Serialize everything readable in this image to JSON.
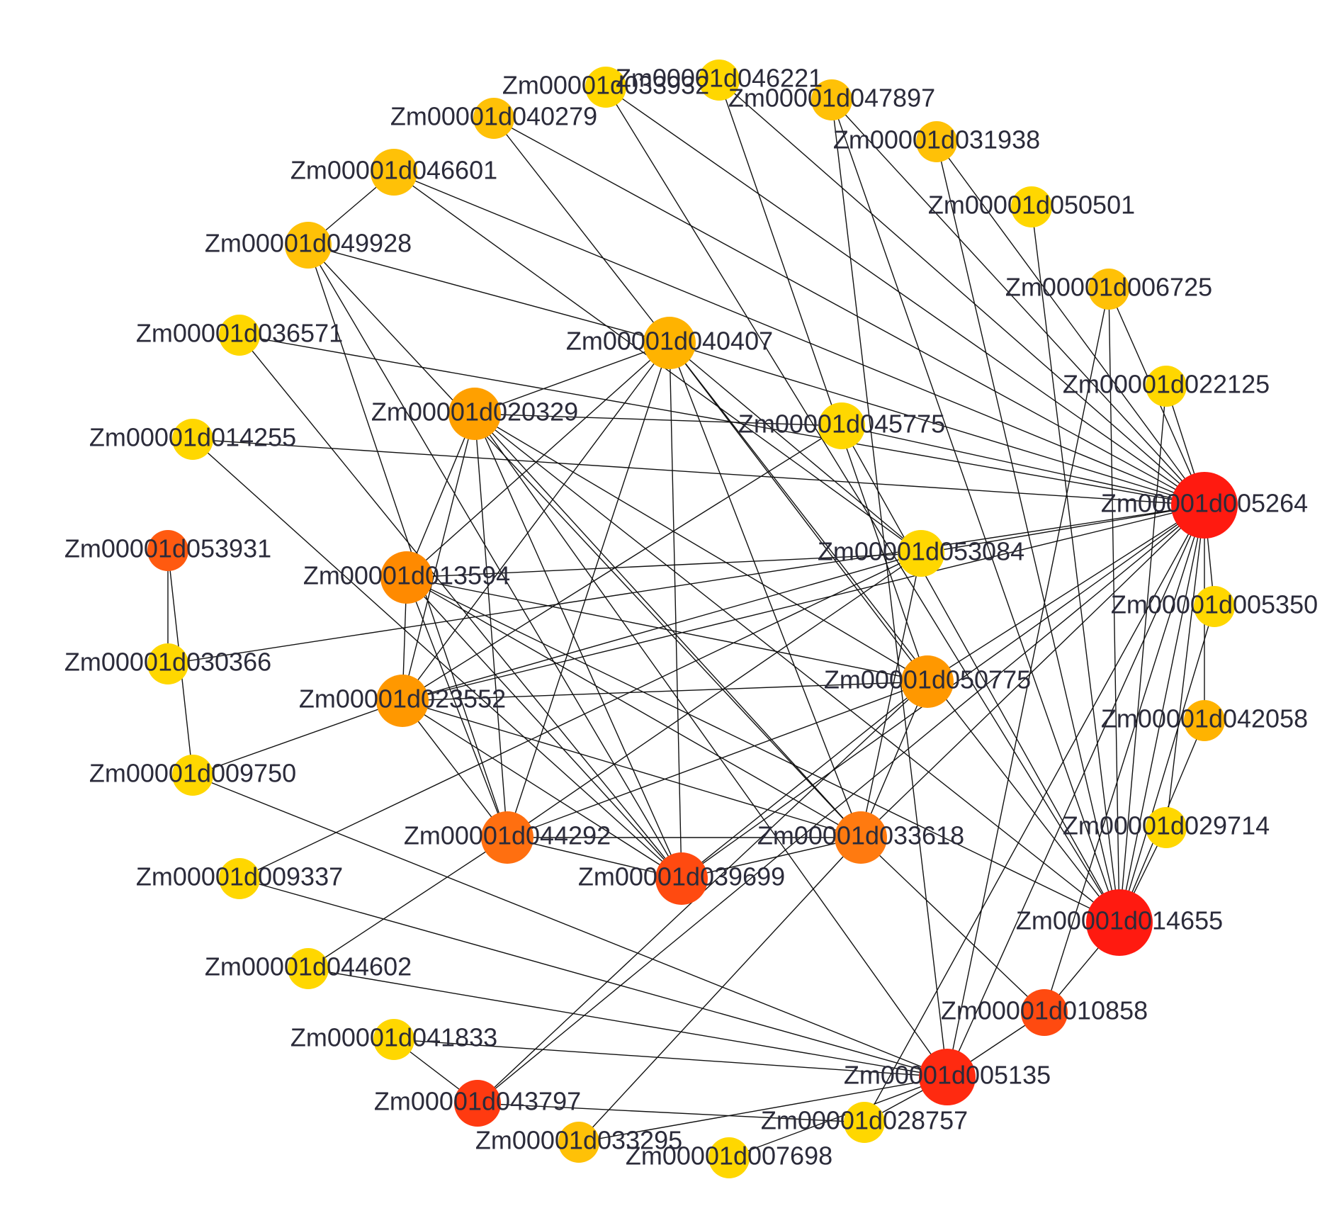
{
  "colors": {
    "background": "#ffffff",
    "edge": "#111111",
    "label": "#2b2b3a",
    "yellow": "#FFD700",
    "amber": "#FFC107",
    "orange_light": "#FFB300",
    "orange": "#FF9800",
    "orange_red": "#FF6F10",
    "red_orange": "#FF4A10",
    "red": "#FF1A10"
  },
  "nodes": [
    {
      "id": "Zm00001d046221",
      "label": "Zm00001d046221",
      "color": "#FFD700",
      "degree": 2
    },
    {
      "id": "Zm00001d033932",
      "label": "Zm00001d033932",
      "color": "#FFD700",
      "degree": 2
    },
    {
      "id": "Zm00001d047897",
      "label": "Zm00001d047897",
      "color": "#FFC107",
      "degree": 3
    },
    {
      "id": "Zm00001d040279",
      "label": "Zm00001d040279",
      "color": "#FFC107",
      "degree": 3
    },
    {
      "id": "Zm00001d031938",
      "label": "Zm00001d031938",
      "color": "#FFC107",
      "degree": 3
    },
    {
      "id": "Zm00001d046601",
      "label": "Zm00001d046601",
      "color": "#FFC107",
      "degree": 4
    },
    {
      "id": "Zm00001d050501",
      "label": "Zm00001d050501",
      "color": "#FFD700",
      "degree": 2
    },
    {
      "id": "Zm00001d049928",
      "label": "Zm00001d049928",
      "color": "#FFC107",
      "degree": 4
    },
    {
      "id": "Zm00001d006725",
      "label": "Zm00001d006725",
      "color": "#FFC107",
      "degree": 3
    },
    {
      "id": "Zm00001d036571",
      "label": "Zm00001d036571",
      "color": "#FFD700",
      "degree": 2
    },
    {
      "id": "Zm00001d040407",
      "label": "Zm00001d040407",
      "color": "#FFB300",
      "degree": 11
    },
    {
      "id": "Zm00001d022125",
      "label": "Zm00001d022125",
      "color": "#FFD700",
      "degree": 3
    },
    {
      "id": "Zm00001d020329",
      "label": "Zm00001d020329",
      "color": "#FFA000",
      "degree": 11
    },
    {
      "id": "Zm00001d045775",
      "label": "Zm00001d045775",
      "color": "#FFD700",
      "degree": 4
    },
    {
      "id": "Zm00001d014255",
      "label": "Zm00001d014255",
      "color": "#FFD700",
      "degree": 2
    },
    {
      "id": "Zm00001d005264",
      "label": "Zm00001d005264",
      "color": "#FF1A10",
      "degree": 25
    },
    {
      "id": "Zm00001d053931",
      "label": "Zm00001d053931",
      "color": "#FF5A10",
      "degree": 2
    },
    {
      "id": "Zm00001d053084",
      "label": "Zm00001d053084",
      "color": "#FFD700",
      "degree": 8
    },
    {
      "id": "Zm00001d013594",
      "label": "Zm00001d013594",
      "color": "#FF8A00",
      "degree": 12
    },
    {
      "id": "Zm00001d005350",
      "label": "Zm00001d005350",
      "color": "#FFD700",
      "degree": 3
    },
    {
      "id": "Zm00001d030366",
      "label": "Zm00001d030366",
      "color": "#FFD700",
      "degree": 3
    },
    {
      "id": "Zm00001d050775",
      "label": "Zm00001d050775",
      "color": "#FF9800",
      "degree": 12
    },
    {
      "id": "Zm00001d023552",
      "label": "Zm00001d023552",
      "color": "#FF9800",
      "degree": 12
    },
    {
      "id": "Zm00001d042058",
      "label": "Zm00001d042058",
      "color": "#FFB300",
      "degree": 3
    },
    {
      "id": "Zm00001d009750",
      "label": "Zm00001d009750",
      "color": "#FFD700",
      "degree": 3
    },
    {
      "id": "Zm00001d029714",
      "label": "Zm00001d029714",
      "color": "#FFD700",
      "degree": 3
    },
    {
      "id": "Zm00001d044292",
      "label": "Zm00001d044292",
      "color": "#FF6F10",
      "degree": 14
    },
    {
      "id": "Zm00001d033618",
      "label": "Zm00001d033618",
      "color": "#FF7A10",
      "degree": 13
    },
    {
      "id": "Zm00001d009337",
      "label": "Zm00001d009337",
      "color": "#FFD700",
      "degree": 2
    },
    {
      "id": "Zm00001d039699",
      "label": "Zm00001d039699",
      "color": "#FF4A10",
      "degree": 15
    },
    {
      "id": "Zm00001d014655",
      "label": "Zm00001d014655",
      "color": "#FF1A10",
      "degree": 22
    },
    {
      "id": "Zm00001d044602",
      "label": "Zm00001d044602",
      "color": "#FFD700",
      "degree": 2
    },
    {
      "id": "Zm00001d010858",
      "label": "Zm00001d010858",
      "color": "#FF4A10",
      "degree": 4
    },
    {
      "id": "Zm00001d041833",
      "label": "Zm00001d041833",
      "color": "#FFD700",
      "degree": 2
    },
    {
      "id": "Zm00001d005135",
      "label": "Zm00001d005135",
      "color": "#FF2A10",
      "degree": 18
    },
    {
      "id": "Zm00001d043797",
      "label": "Zm00001d043797",
      "color": "#FF3A10",
      "degree": 4
    },
    {
      "id": "Zm00001d028757",
      "label": "Zm00001d028757",
      "color": "#FFD700",
      "degree": 3
    },
    {
      "id": "Zm00001d033295",
      "label": "Zm00001d033295",
      "color": "#FFC107",
      "degree": 3
    },
    {
      "id": "Zm00001d007698",
      "label": "Zm00001d007698",
      "color": "#FFD700",
      "degree": 2
    }
  ],
  "edges": [
    [
      "Zm00001d033932",
      "Zm00001d005264"
    ],
    [
      "Zm00001d033932",
      "Zm00001d014655"
    ],
    [
      "Zm00001d046221",
      "Zm00001d005264"
    ],
    [
      "Zm00001d046221",
      "Zm00001d050775"
    ],
    [
      "Zm00001d047897",
      "Zm00001d005264"
    ],
    [
      "Zm00001d047897",
      "Zm00001d014655"
    ],
    [
      "Zm00001d047897",
      "Zm00001d005135"
    ],
    [
      "Zm00001d040279",
      "Zm00001d040407"
    ],
    [
      "Zm00001d040279",
      "Zm00001d005264"
    ],
    [
      "Zm00001d031938",
      "Zm00001d005264"
    ],
    [
      "Zm00001d031938",
      "Zm00001d014655"
    ],
    [
      "Zm00001d046601",
      "Zm00001d049928"
    ],
    [
      "Zm00001d046601",
      "Zm00001d005264"
    ],
    [
      "Zm00001d046601",
      "Zm00001d053084"
    ],
    [
      "Zm00001d050501",
      "Zm00001d014655"
    ],
    [
      "Zm00001d049928",
      "Zm00001d040407"
    ],
    [
      "Zm00001d049928",
      "Zm00001d039699"
    ],
    [
      "Zm00001d049928",
      "Zm00001d033618"
    ],
    [
      "Zm00001d049928",
      "Zm00001d044292"
    ],
    [
      "Zm00001d006725",
      "Zm00001d005264"
    ],
    [
      "Zm00001d006725",
      "Zm00001d005135"
    ],
    [
      "Zm00001d006725",
      "Zm00001d014655"
    ],
    [
      "Zm00001d036571",
      "Zm00001d005264"
    ],
    [
      "Zm00001d036571",
      "Zm00001d039699"
    ],
    [
      "Zm00001d022125",
      "Zm00001d014655"
    ],
    [
      "Zm00001d022125",
      "Zm00001d005264"
    ],
    [
      "Zm00001d014255",
      "Zm00001d005264"
    ],
    [
      "Zm00001d014255",
      "Zm00001d039699"
    ],
    [
      "Zm00001d053931",
      "Zm00001d030366"
    ],
    [
      "Zm00001d053931",
      "Zm00001d009750"
    ],
    [
      "Zm00001d030366",
      "Zm00001d005264"
    ],
    [
      "Zm00001d009750",
      "Zm00001d023552"
    ],
    [
      "Zm00001d009750",
      "Zm00001d005135"
    ],
    [
      "Zm00001d009337",
      "Zm00001d053084"
    ],
    [
      "Zm00001d009337",
      "Zm00001d005135"
    ],
    [
      "Zm00001d044602",
      "Zm00001d044292"
    ],
    [
      "Zm00001d044602",
      "Zm00001d005135"
    ],
    [
      "Zm00001d041833",
      "Zm00001d005135"
    ],
    [
      "Zm00001d041833",
      "Zm00001d043797"
    ],
    [
      "Zm00001d043797",
      "Zm00001d005264"
    ],
    [
      "Zm00001d043797",
      "Zm00001d050775"
    ],
    [
      "Zm00001d043797",
      "Zm00001d028757"
    ],
    [
      "Zm00001d033295",
      "Zm00001d005135"
    ],
    [
      "Zm00001d033295",
      "Zm00001d033618"
    ],
    [
      "Zm00001d007698",
      "Zm00001d005135"
    ],
    [
      "Zm00001d028757",
      "Zm00001d005135"
    ],
    [
      "Zm00001d028757",
      "Zm00001d005264"
    ],
    [
      "Zm00001d010858",
      "Zm00001d005135"
    ],
    [
      "Zm00001d010858",
      "Zm00001d014655"
    ],
    [
      "Zm00001d010858",
      "Zm00001d033618"
    ],
    [
      "Zm00001d010858",
      "Zm00001d005264"
    ],
    [
      "Zm00001d005350",
      "Zm00001d005264"
    ],
    [
      "Zm00001d005350",
      "Zm00001d014655"
    ],
    [
      "Zm00001d042058",
      "Zm00001d005264"
    ],
    [
      "Zm00001d042058",
      "Zm00001d014655"
    ],
    [
      "Zm00001d029714",
      "Zm00001d005264"
    ],
    [
      "Zm00001d029714",
      "Zm00001d014655"
    ],
    [
      "Zm00001d040407",
      "Zm00001d020329"
    ],
    [
      "Zm00001d040407",
      "Zm00001d013594"
    ],
    [
      "Zm00001d040407",
      "Zm00001d023552"
    ],
    [
      "Zm00001d040407",
      "Zm00001d044292"
    ],
    [
      "Zm00001d040407",
      "Zm00001d039699"
    ],
    [
      "Zm00001d040407",
      "Zm00001d033618"
    ],
    [
      "Zm00001d040407",
      "Zm00001d050775"
    ],
    [
      "Zm00001d040407",
      "Zm00001d053084"
    ],
    [
      "Zm00001d040407",
      "Zm00001d005264"
    ],
    [
      "Zm00001d040407",
      "Zm00001d014655"
    ],
    [
      "Zm00001d020329",
      "Zm00001d045775"
    ],
    [
      "Zm00001d020329",
      "Zm00001d013594"
    ],
    [
      "Zm00001d020329",
      "Zm00001d023552"
    ],
    [
      "Zm00001d020329",
      "Zm00001d044292"
    ],
    [
      "Zm00001d020329",
      "Zm00001d039699"
    ],
    [
      "Zm00001d020329",
      "Zm00001d033618"
    ],
    [
      "Zm00001d020329",
      "Zm00001d050775"
    ],
    [
      "Zm00001d020329",
      "Zm00001d014655"
    ],
    [
      "Zm00001d020329",
      "Zm00001d005135"
    ],
    [
      "Zm00001d045775",
      "Zm00001d023552"
    ],
    [
      "Zm00001d045775",
      "Zm00001d005264"
    ],
    [
      "Zm00001d013594",
      "Zm00001d053084"
    ],
    [
      "Zm00001d013594",
      "Zm00001d023552"
    ],
    [
      "Zm00001d013594",
      "Zm00001d044292"
    ],
    [
      "Zm00001d013594",
      "Zm00001d039699"
    ],
    [
      "Zm00001d013594",
      "Zm00001d033618"
    ],
    [
      "Zm00001d013594",
      "Zm00001d050775"
    ],
    [
      "Zm00001d013594",
      "Zm00001d014655"
    ],
    [
      "Zm00001d023552",
      "Zm00001d044292"
    ],
    [
      "Zm00001d023552",
      "Zm00001d039699"
    ],
    [
      "Zm00001d023552",
      "Zm00001d033618"
    ],
    [
      "Zm00001d023552",
      "Zm00001d050775"
    ],
    [
      "Zm00001d023552",
      "Zm00001d053084"
    ],
    [
      "Zm00001d023552",
      "Zm00001d005264"
    ],
    [
      "Zm00001d053084",
      "Zm00001d044292"
    ],
    [
      "Zm00001d053084",
      "Zm00001d033618"
    ],
    [
      "Zm00001d053084",
      "Zm00001d005264"
    ],
    [
      "Zm00001d050775",
      "Zm00001d044292"
    ],
    [
      "Zm00001d050775",
      "Zm00001d039699"
    ],
    [
      "Zm00001d050775",
      "Zm00001d033618"
    ],
    [
      "Zm00001d050775",
      "Zm00001d005264"
    ],
    [
      "Zm00001d044292",
      "Zm00001d039699"
    ],
    [
      "Zm00001d044292",
      "Zm00001d033618"
    ],
    [
      "Zm00001d039699",
      "Zm00001d033618"
    ],
    [
      "Zm00001d039699",
      "Zm00001d005264"
    ],
    [
      "Zm00001d033618",
      "Zm00001d005264"
    ],
    [
      "Zm00001d014655",
      "Zm00001d005264"
    ],
    [
      "Zm00001d005135",
      "Zm00001d005264"
    ],
    [
      "Zm00001d045775",
      "Zm00001d014655"
    ]
  ]
}
